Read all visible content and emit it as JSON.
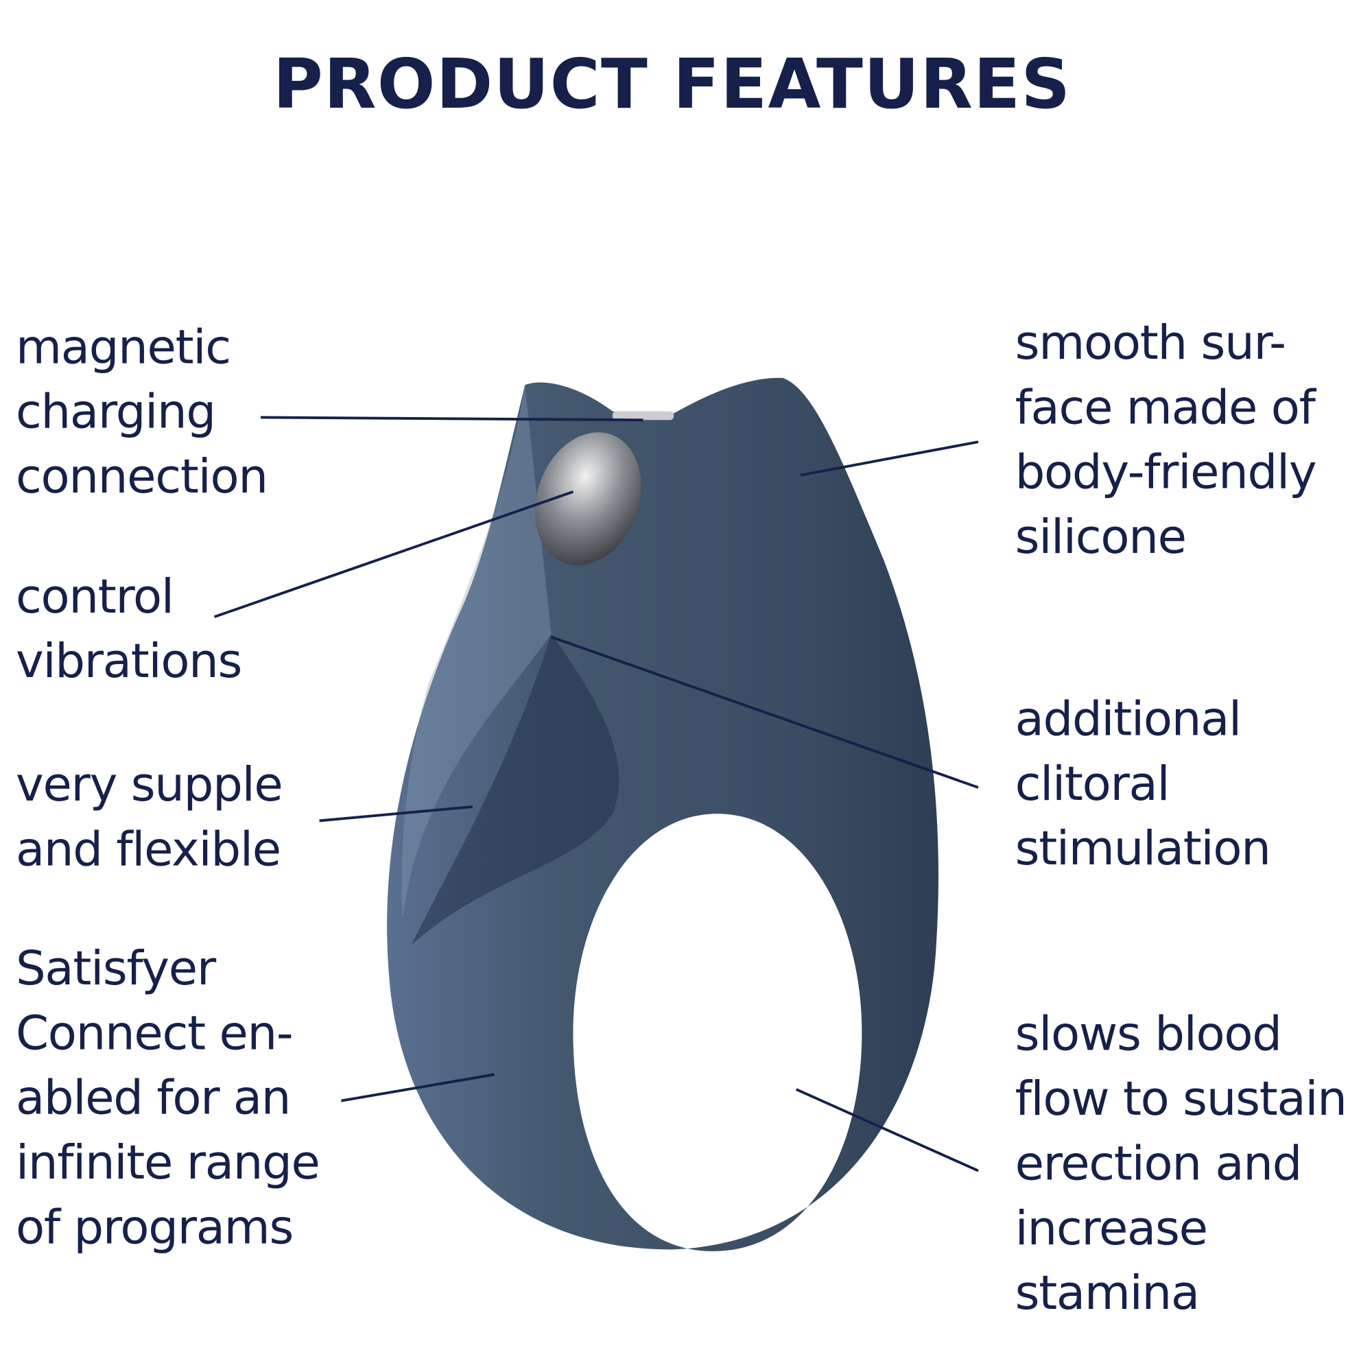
{
  "title": "PRODUCT FEATURES",
  "colors": {
    "text": "#16204a",
    "product": "#3e5068",
    "product_light": "#6f86a2",
    "product_dark": "#1f2c40"
  },
  "features_left": [
    {
      "lines": [
        "magnetic",
        "charging",
        "connection"
      ]
    },
    {
      "lines": [
        "control",
        "vibrations"
      ]
    },
    {
      "lines": [
        "very supple",
        "and flexible"
      ]
    },
    {
      "lines": [
        "Satisfyer",
        "Connect en-",
        "abled for an",
        "infinite range",
        "of programs"
      ]
    }
  ],
  "features_right": [
    {
      "lines": [
        "smooth sur-",
        "face made of",
        "body-friendly",
        "silicone"
      ]
    },
    {
      "lines": [
        "additional",
        "clitoral",
        "stimulation"
      ]
    },
    {
      "lines": [
        "slows blood",
        "flow to sustain",
        "erection and",
        "increase",
        "stamina"
      ]
    }
  ]
}
